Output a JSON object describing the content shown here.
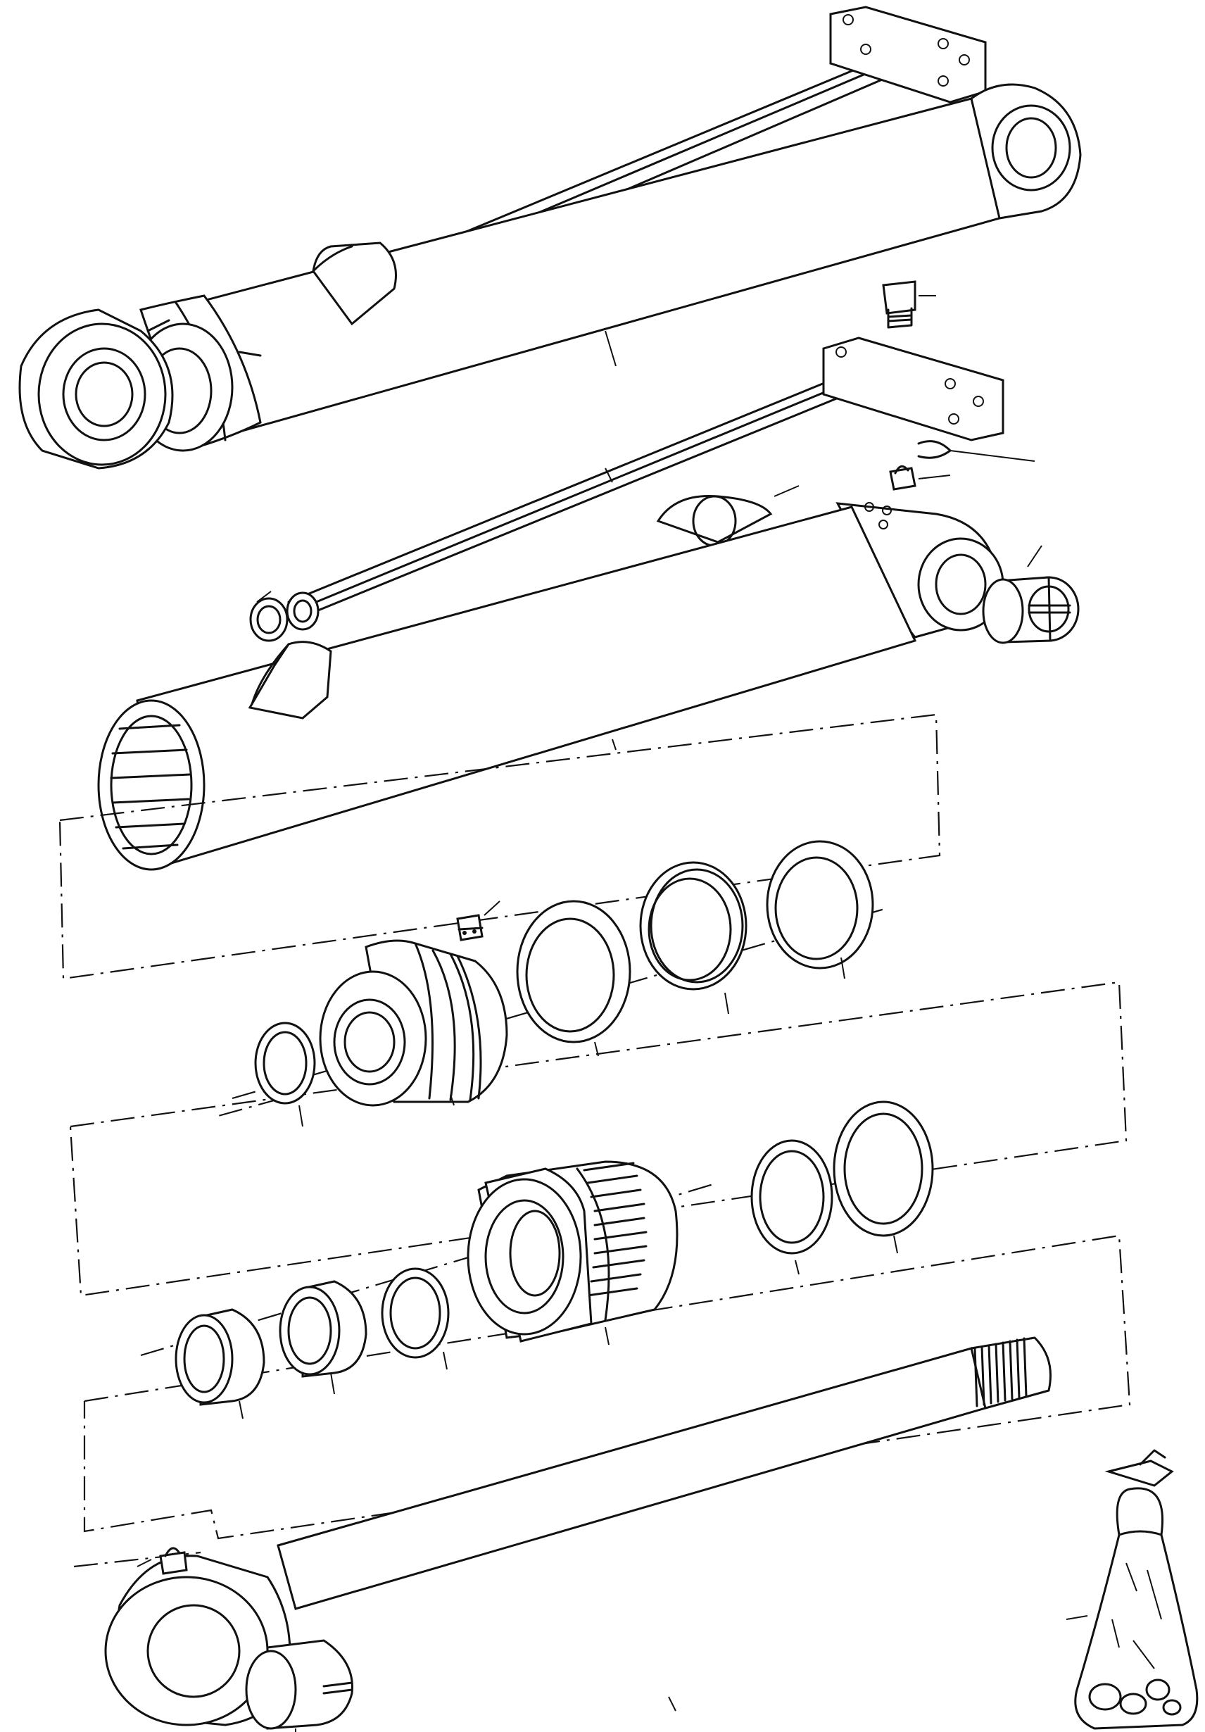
{
  "diagram": {
    "kind": "exploded parts view",
    "colors": {
      "ink": "#111111",
      "paper": "#ffffff"
    },
    "parts": [
      {
        "id": "cylinder-assembly",
        "icon": "hydraulic-cylinder-icon"
      },
      {
        "id": "plug-screw",
        "icon": "hex-plug-icon"
      },
      {
        "id": "piston-rod",
        "icon": "rod-icon"
      },
      {
        "id": "o-ring-small",
        "icon": "ring-icon"
      },
      {
        "id": "grease-nipple-top",
        "icon": "grease-nipple-icon"
      },
      {
        "id": "bushing-cylinder-eye",
        "icon": "bushing-icon"
      },
      {
        "id": "cylinder-tube",
        "icon": "tube-icon"
      },
      {
        "id": "wiper-ring",
        "icon": "ring-icon"
      },
      {
        "id": "rod-seal",
        "icon": "ring-icon"
      },
      {
        "id": "guide-ring",
        "icon": "ring-icon"
      },
      {
        "id": "lock-screw",
        "icon": "hex-plug-icon"
      },
      {
        "id": "cylinder-head",
        "icon": "cylinder-head-icon"
      },
      {
        "id": "backup-ring",
        "icon": "ring-icon"
      },
      {
        "id": "piston",
        "icon": "piston-icon"
      },
      {
        "id": "piston-seal",
        "icon": "ring-icon"
      },
      {
        "id": "piston-ring",
        "icon": "ring-icon"
      },
      {
        "id": "guide-band",
        "icon": "ring-icon"
      },
      {
        "id": "spacer",
        "icon": "ring-icon"
      },
      {
        "id": "rod-end-eye",
        "icon": "rod-eye-icon"
      },
      {
        "id": "bushing-rod-eye",
        "icon": "bushing-icon"
      },
      {
        "id": "grease-nipple-rod",
        "icon": "grease-nipple-icon"
      },
      {
        "id": "seal-kit",
        "icon": "seal-kit-bag-icon"
      }
    ]
  }
}
